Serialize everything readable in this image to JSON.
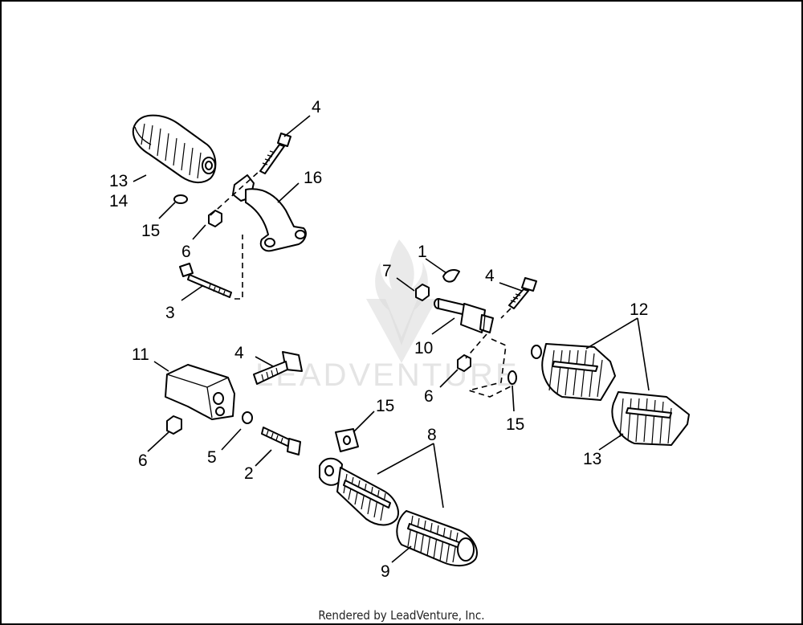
{
  "diagram": {
    "title": "Footpeg assembly parts diagram",
    "watermark": "LEADVENTURE",
    "footer": "Rendered by LeadVenture, Inc.",
    "labels": {
      "l13a": "13",
      "l14": "14",
      "l15a": "15",
      "l4a": "4",
      "l16": "16",
      "l6a": "6",
      "l3": "3",
      "l1": "1",
      "l7": "7",
      "l4b": "4",
      "l10": "10",
      "l12": "12",
      "l6b": "6",
      "l15b": "15",
      "l13b": "13",
      "l11": "11",
      "l4c": "4",
      "l15c": "15",
      "l8": "8",
      "l6c": "6",
      "l5": "5",
      "l2": "2",
      "l9": "9"
    },
    "part_icons": [
      "footpeg-left-icon",
      "bolt-icon",
      "bracket-icon",
      "nut-icon",
      "washer-icon",
      "long-bolt-icon",
      "cotter-pin-icon",
      "pivot-pin-icon",
      "footpeg-right-icon",
      "clevis-icon",
      "spring-washer-icon",
      "adapter-icon",
      "footpeg-pair-icon"
    ]
  }
}
